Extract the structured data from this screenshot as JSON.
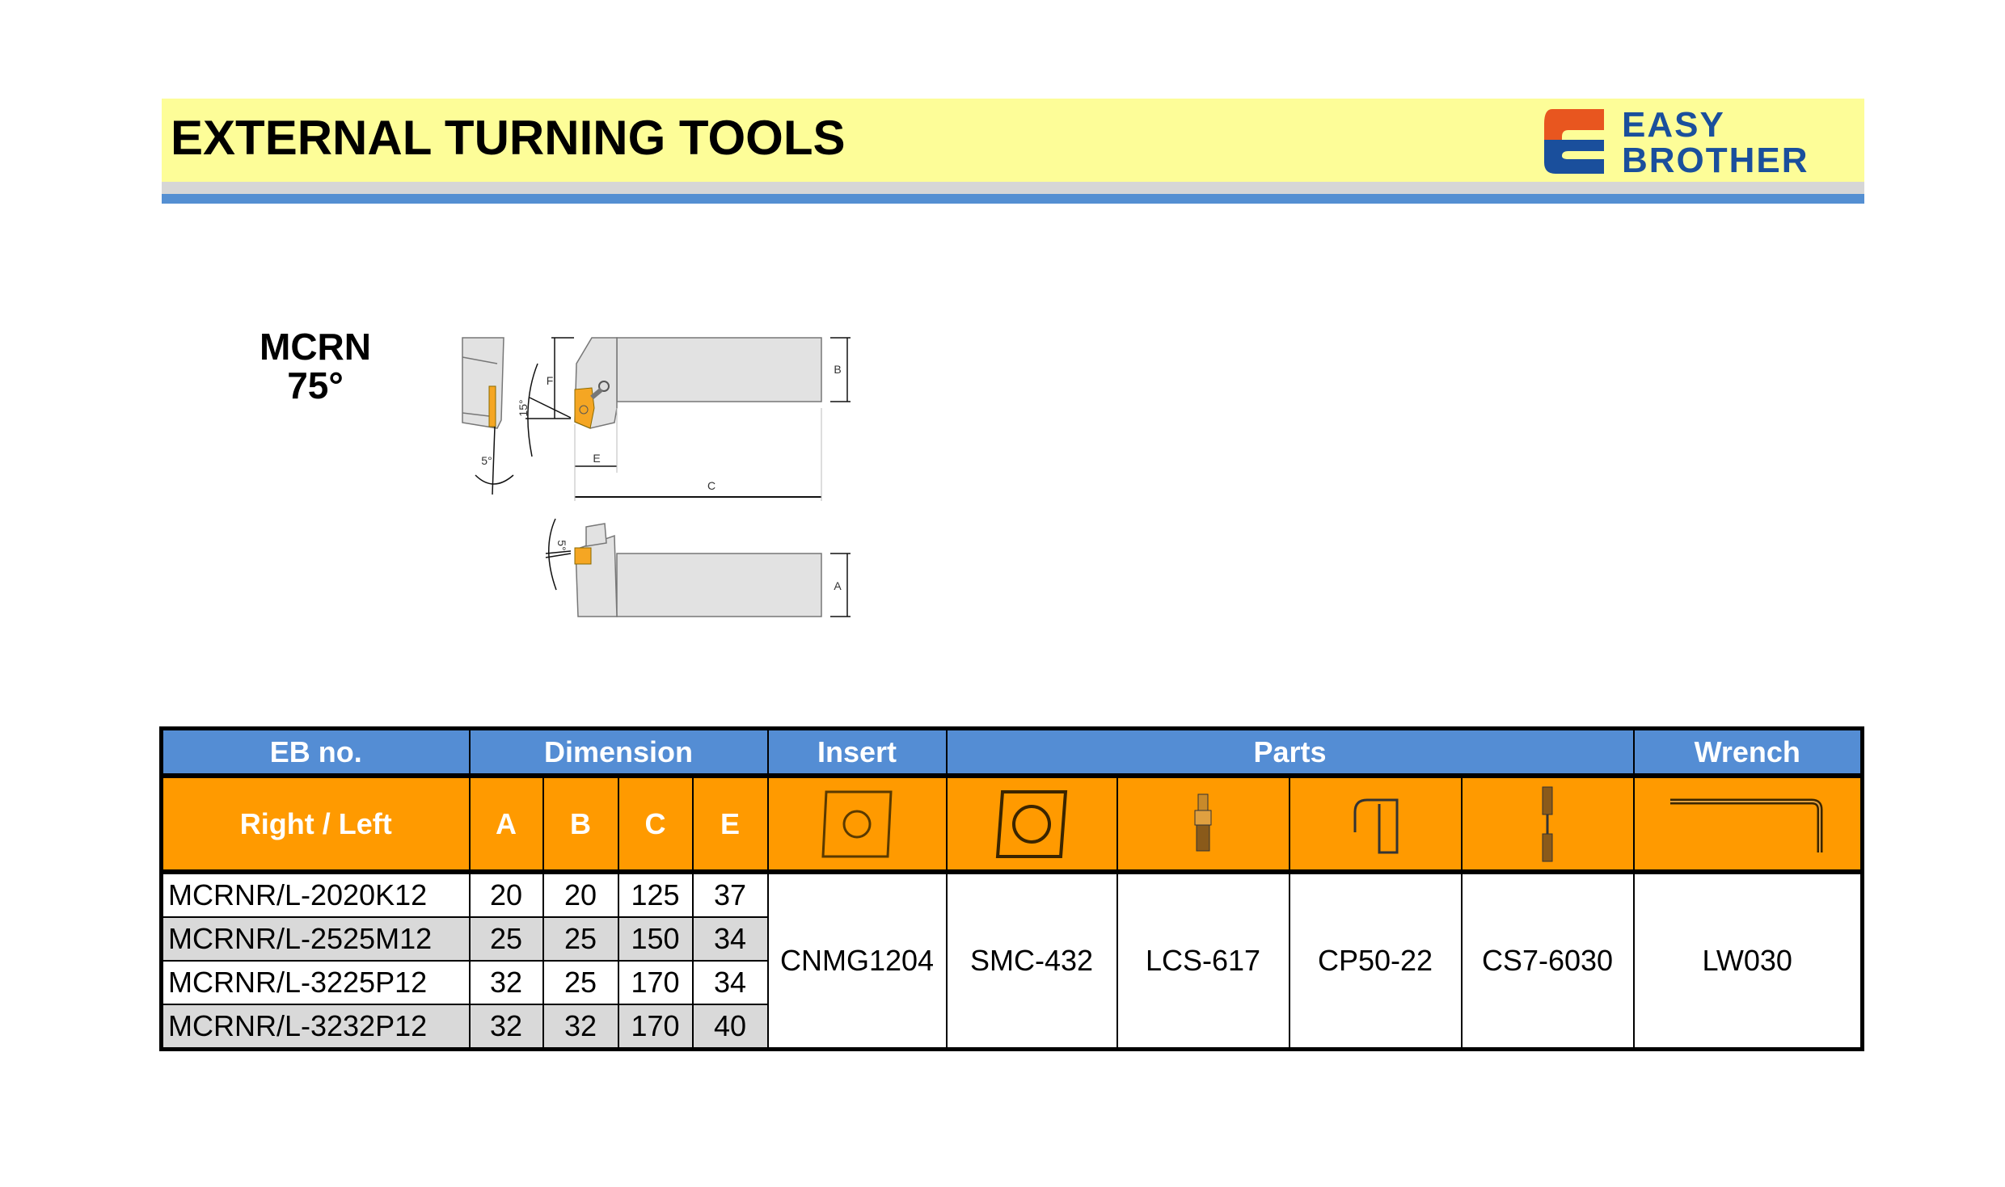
{
  "header": {
    "title": "EXTERNAL TURNING TOOLS",
    "logo_line1": "EASY",
    "logo_line2": "BROTHER",
    "colors": {
      "yellow": "#fdfd98",
      "blue": "#548fd2",
      "logo_blue": "#1a4f9c",
      "logo_orange": "#e8561f"
    }
  },
  "model": {
    "name": "MCRN",
    "angle": "75°"
  },
  "drawing": {
    "labels": {
      "B": "B",
      "C": "C",
      "E": "E",
      "F": "F",
      "A": "A",
      "angle15": "15°",
      "angle5a": "5°",
      "angle5b": "5°"
    }
  },
  "table": {
    "group_headers": [
      "EB no.",
      "Dimension",
      "Insert",
      "Parts",
      "Wrench"
    ],
    "sub_headers": {
      "eb": "Right / Left",
      "dims": [
        "A",
        "B",
        "C",
        "E"
      ]
    },
    "icons": [
      "insert-icon",
      "shim-icon",
      "lock-screw-icon",
      "clamp-icon",
      "screw-icon",
      "wrench-icon"
    ],
    "rows": [
      {
        "model": "MCRNR/L-2020K12",
        "A": "20",
        "B": "20",
        "C": "125",
        "E": "37"
      },
      {
        "model": "MCRNR/L-2525M12",
        "A": "25",
        "B": "25",
        "C": "150",
        "E": "34"
      },
      {
        "model": "MCRNR/L-3225P12",
        "A": "32",
        "B": "25",
        "C": "170",
        "E": "34"
      },
      {
        "model": "MCRNR/L-3232P12",
        "A": "32",
        "B": "32",
        "C": "170",
        "E": "40"
      }
    ],
    "insert": "CNMG1204",
    "parts": [
      "SMC-432",
      "LCS-617",
      "CP50-22",
      "CS7-6030"
    ],
    "wrench": "LW030"
  }
}
